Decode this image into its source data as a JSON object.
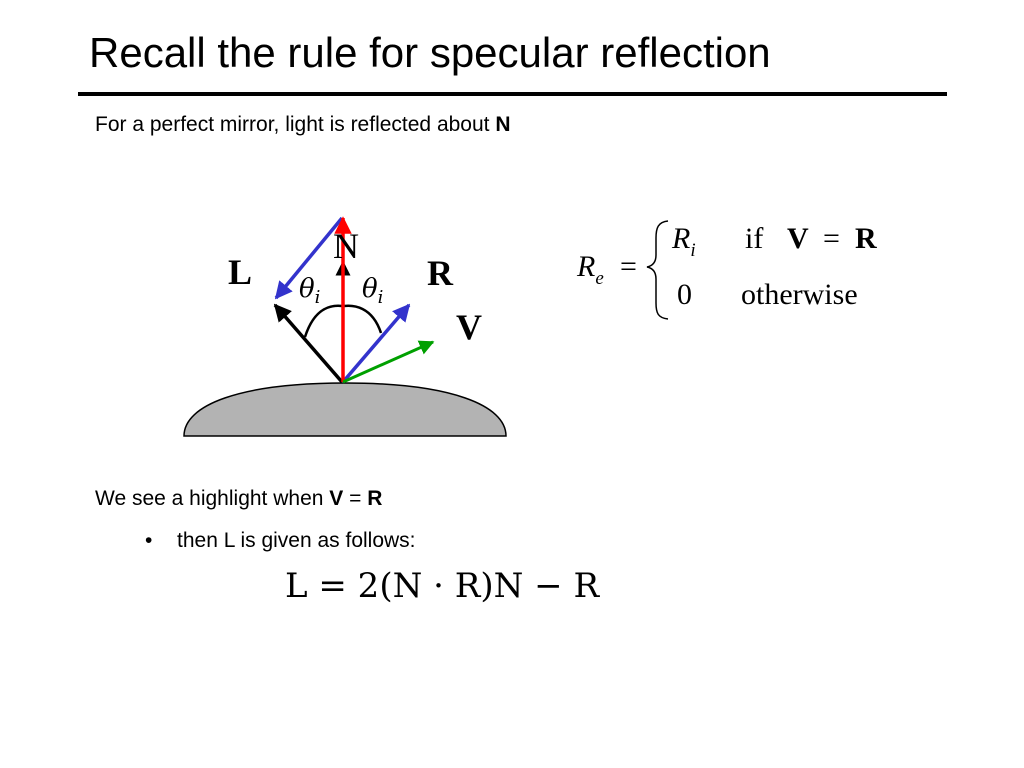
{
  "title": "Recall the rule for specular reflection",
  "subtitle": {
    "prefix": "For a perfect mirror, light is reflected about ",
    "bold": "N"
  },
  "diagram": {
    "label_n": "N",
    "label_l": "L",
    "label_r": "R",
    "label_v": "V",
    "theta_left": "θ",
    "theta_left_sub": "i",
    "theta_right": "θ",
    "theta_right_sub": "i",
    "colors": {
      "surface": "#b3b3b3",
      "normal": "#ff0000",
      "mirror_arrows": "#3333cc",
      "view": "#00a000",
      "incident": "#000000"
    }
  },
  "equation": {
    "lhs": "R",
    "lhs_sub": "e",
    "equals": "=",
    "case1_value": "R",
    "case1_sub": "i",
    "case1_if": "if",
    "case1_v": "V",
    "case1_eq": "=",
    "case1_r": "R",
    "case2_value": "0",
    "case2_cond": "otherwise"
  },
  "highlight": {
    "prefix": "We see a highlight when ",
    "v": "V",
    "eq": " = ",
    "r": "R"
  },
  "bullet": {
    "marker": "•",
    "text": "then L is given as follows:"
  },
  "formula": "L = 2(N · R)N − R"
}
